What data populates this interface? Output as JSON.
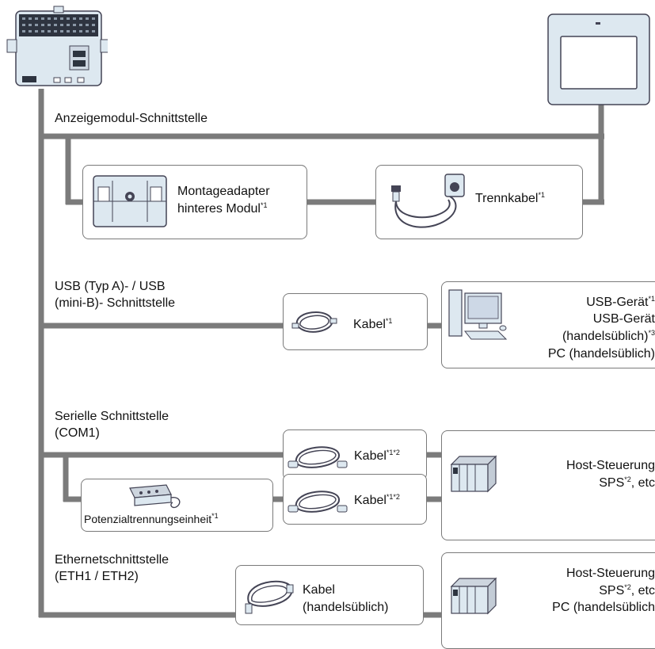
{
  "labels": {
    "display_interface": "Anzeigemodul-Schnittstelle",
    "usb_interface_1": "USB (Typ A)- / USB",
    "usb_interface_2": "(mini-B)- Schnittstelle",
    "serial_interface_1": "Serielle Schnittstelle",
    "serial_interface_2": "(COM1)",
    "ethernet_interface_1": "Ethernetschnittstelle",
    "ethernet_interface_2": "(ETH1 / ETH2)"
  },
  "boxes": {
    "mount_adapter_1": "Montageadapter",
    "mount_adapter_2": "hinteres Modul",
    "separation_cable": "Trennkabel",
    "usb_cable": "Kabel",
    "usb_device_1": "USB-Gerät",
    "usb_device_2": "USB-Gerät",
    "usb_device_3": "(handelsüblich)",
    "usb_device_4": "PC (handelsüblich)",
    "serial_cable_1": "Kabel",
    "serial_cable_2": "Kabel",
    "isolation_unit": "Potenzialtrennungseinheit",
    "host_1": "Host-Steuerung",
    "host_2": "SPS",
    "host_2_suffix": ", etc",
    "eth_cable_1": "Kabel",
    "eth_cable_2": "(handelsüblich)",
    "host_eth_1": "Host-Steuerung",
    "host_eth_2": "SPS",
    "host_eth_2_suffix": ", etc",
    "host_eth_3": "PC (handelsüblich"
  },
  "footnotes": {
    "n1": "*1",
    "n2": "*2",
    "n12": "*1*2",
    "n3": "*3"
  },
  "icons": [
    "rear-module-icon",
    "display-panel-icon",
    "mount-adapter-icon",
    "separation-cable-icon",
    "usb-cable-icon",
    "pc-icon",
    "serial-cable-icon",
    "isolation-unit-icon",
    "plc-icon",
    "ethernet-cable-icon"
  ],
  "colors": {
    "line": "#7b7b7b",
    "box_border": "#7a7a7a",
    "device_fill": "#dde8f0"
  }
}
